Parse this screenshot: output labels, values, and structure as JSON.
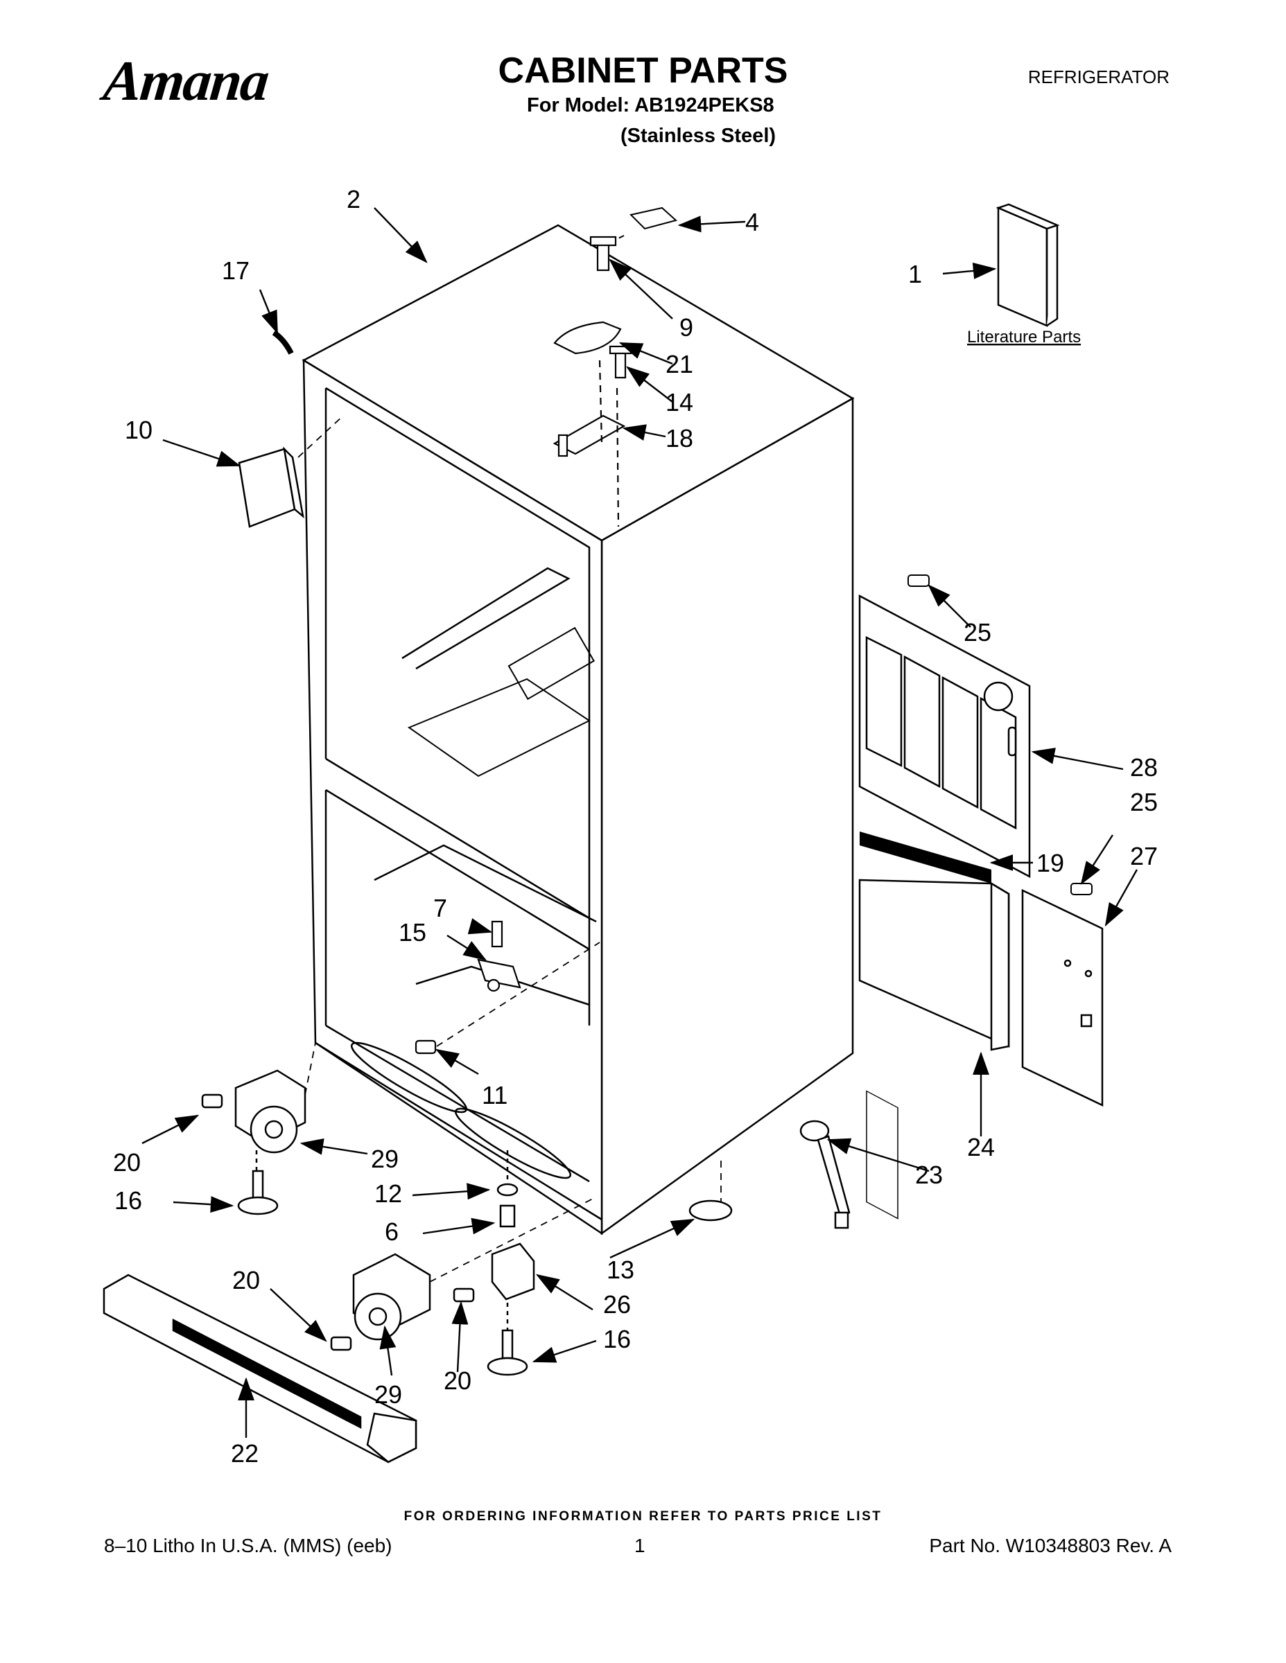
{
  "header": {
    "brand": "Amana",
    "title": "CABINET PARTS",
    "model_line": "For Model: AB1924PEKS8",
    "variant": "(Stainless Steel)",
    "category": "REFRIGERATOR"
  },
  "diagram": {
    "callouts": {
      "c1": "1",
      "c2": "2",
      "c4": "4",
      "c6": "6",
      "c7": "7",
      "c9": "9",
      "c10": "10",
      "c11": "11",
      "c12": "12",
      "c13": "13",
      "c14": "14",
      "c15": "15",
      "c16a": "16",
      "c16b": "16",
      "c17": "17",
      "c18": "18",
      "c19": "19",
      "c20a": "20",
      "c20b": "20",
      "c20c": "20",
      "c21": "21",
      "c22": "22",
      "c23": "23",
      "c24": "24",
      "c25a": "25",
      "c25b": "25",
      "c26": "26",
      "c27": "27",
      "c28": "28",
      "c29a": "29",
      "c29b": "29"
    },
    "literature_label": "Literature Parts"
  },
  "footer": {
    "ordering_note": "FOR ORDERING INFORMATION REFER TO PARTS PRICE LIST",
    "litho": "8–10 Litho In U.S.A. (MMS) (eeb)",
    "page": "1",
    "part_no": "Part No. W10348803 Rev. A"
  }
}
